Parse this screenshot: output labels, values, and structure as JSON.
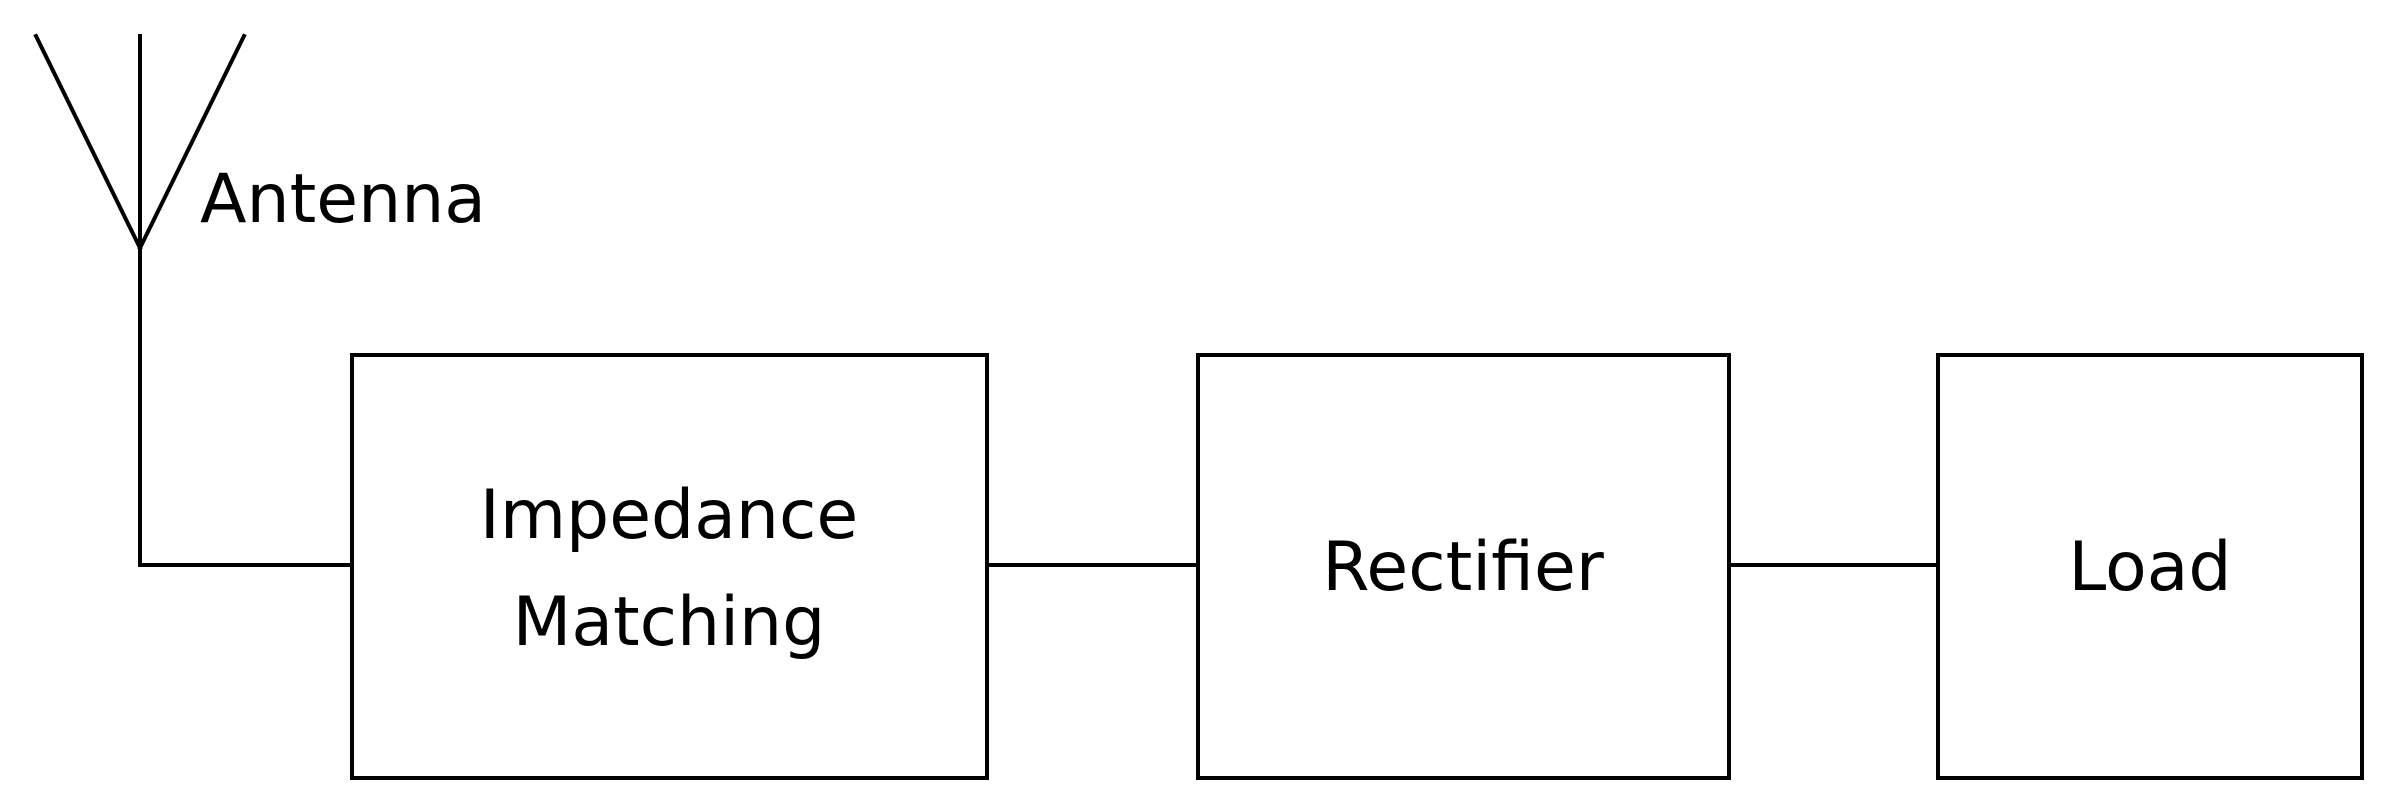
{
  "diagram": {
    "antenna_label": "Antenna",
    "blocks": [
      {
        "line1": "Impedance",
        "line2": "Matching"
      },
      {
        "label": "Rectifier"
      },
      {
        "label": "Load"
      }
    ]
  }
}
